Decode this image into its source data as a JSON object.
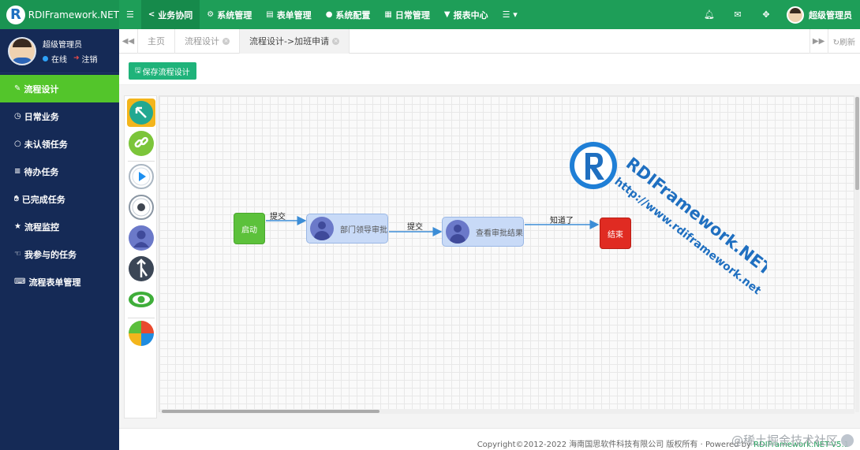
{
  "brand": {
    "logo_letter": "R",
    "name": "RDIFramework.NET"
  },
  "nav": {
    "menu_icon": "hamburger-icon",
    "items": [
      {
        "label": "业务协同",
        "icon": "share-icon",
        "active": true
      },
      {
        "label": "系统管理",
        "icon": "gears-icon",
        "active": false
      },
      {
        "label": "表单管理",
        "icon": "form-icon",
        "active": false
      },
      {
        "label": "系统配置",
        "icon": "gear-icon",
        "active": false
      },
      {
        "label": "日常管理",
        "icon": "calendar-icon",
        "active": false
      },
      {
        "label": "报表中心",
        "icon": "filter-icon",
        "active": false
      }
    ],
    "more_icon": "list-dropdown-icon"
  },
  "topbar_right": {
    "icons": [
      "bell-icon",
      "envelope-icon",
      "expand-icon"
    ],
    "user_name": "超级管理员"
  },
  "sidebar": {
    "profile": {
      "name": "超级管理员",
      "status": "在线",
      "logout": "注销"
    },
    "items": [
      {
        "label": "流程设计",
        "icon": "edit-icon",
        "active": true
      },
      {
        "label": "日常业务",
        "icon": "clock-icon",
        "active": false
      },
      {
        "label": "未认领任务",
        "icon": "circle-icon",
        "active": false
      },
      {
        "label": "待办任务",
        "icon": "list-icon",
        "active": false
      },
      {
        "label": "已完成任务",
        "icon": "hand-icon",
        "active": false
      },
      {
        "label": "流程监控",
        "icon": "star-icon",
        "active": false
      },
      {
        "label": "我参与的任务",
        "icon": "hand-point-icon",
        "active": false
      },
      {
        "label": "流程表单管理",
        "icon": "keyboard-icon",
        "active": false
      }
    ]
  },
  "tabs": {
    "items": [
      {
        "label": "主页",
        "closable": false,
        "active": false
      },
      {
        "label": "流程设计",
        "closable": true,
        "active": false
      },
      {
        "label": "流程设计->加班申请",
        "closable": true,
        "active": true
      }
    ],
    "refresh_label": "刷新"
  },
  "toolbar": {
    "save_label": "保存流程设计"
  },
  "palette": {
    "tools": [
      "select-arrow-icon",
      "link-icon",
      "start-event-icon",
      "end-event-icon",
      "user-task-icon",
      "fork-icon",
      "view-icon",
      "pie-icon"
    ]
  },
  "flow": {
    "nodes": {
      "start": "启动",
      "task1": "部门领导审批",
      "task2": "查看审批结果",
      "end": "结束"
    },
    "edges": {
      "e1": "提交",
      "e2": "提交",
      "e3": "知道了"
    }
  },
  "watermark": {
    "line1": "RDIFramework.NET",
    "line2": "http://www.rdiframework.net"
  },
  "footer": {
    "copyright": "Copyright©2012-2022 海南国思软件科技有限公司 版权所有 · Powered by",
    "powered": "RDIFramework.NET-V5.1"
  },
  "overlay": {
    "juejin": "@稀土掘金技术社区"
  },
  "colors": {
    "topbar": "#1e9e58",
    "sidebar": "#152a56",
    "active_menu": "#53c52b",
    "start": "#5cc13b",
    "end": "#e02b22",
    "task": "#c8daf7"
  }
}
